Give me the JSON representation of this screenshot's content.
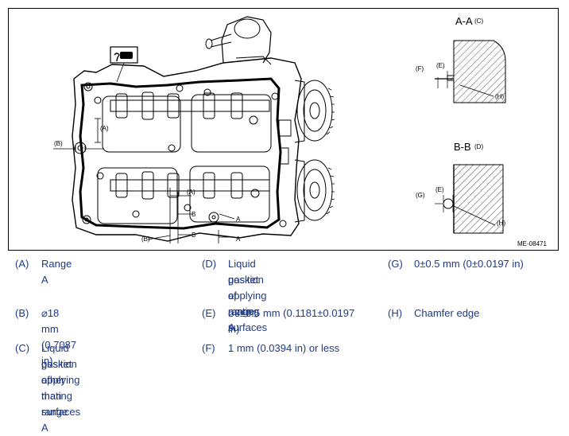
{
  "figure": {
    "ref_code": "ME-08471",
    "section_aa_title": "A-A",
    "section_aa_ref": "(C)",
    "section_bb_title": "B-B",
    "section_bb_ref": "(D)",
    "labels": {
      "A": "(A)",
      "B": "(B)",
      "E": "(E)",
      "F": "(F)",
      "G": "(G)",
      "H": "(H)",
      "arrow_A": "A",
      "arrow_B": "B"
    }
  },
  "legend": [
    {
      "code": "(A)",
      "lines": [
        "Range A"
      ]
    },
    {
      "code": "(B)",
      "lines": [
        "⌀18 mm (0.7087 in)"
      ]
    },
    {
      "code": "(C)",
      "lines": [
        "Liquid gasket applying",
        "position of mating surfaces",
        "other than range A"
      ]
    },
    {
      "code": "(D)",
      "lines": [
        "Liquid gasket applying",
        "position of mating surfaces",
        "of range A"
      ]
    },
    {
      "code": "(E)",
      "lines": [
        "⌀3±0.5 mm (0.1181±0.0197",
        "in)"
      ]
    },
    {
      "code": "(F)",
      "lines": [
        "1 mm (0.0394 in) or less"
      ]
    },
    {
      "code": "(G)",
      "lines": [
        "0±0.5 mm (0±0.0197 in)"
      ]
    },
    {
      "code": "(H)",
      "lines": [
        "Chamfer edge"
      ]
    }
  ],
  "colors": {
    "legend_text": "#1f3a8a",
    "line": "#000000"
  },
  "icons": [
    "liquid-gasket-tube-icon"
  ]
}
